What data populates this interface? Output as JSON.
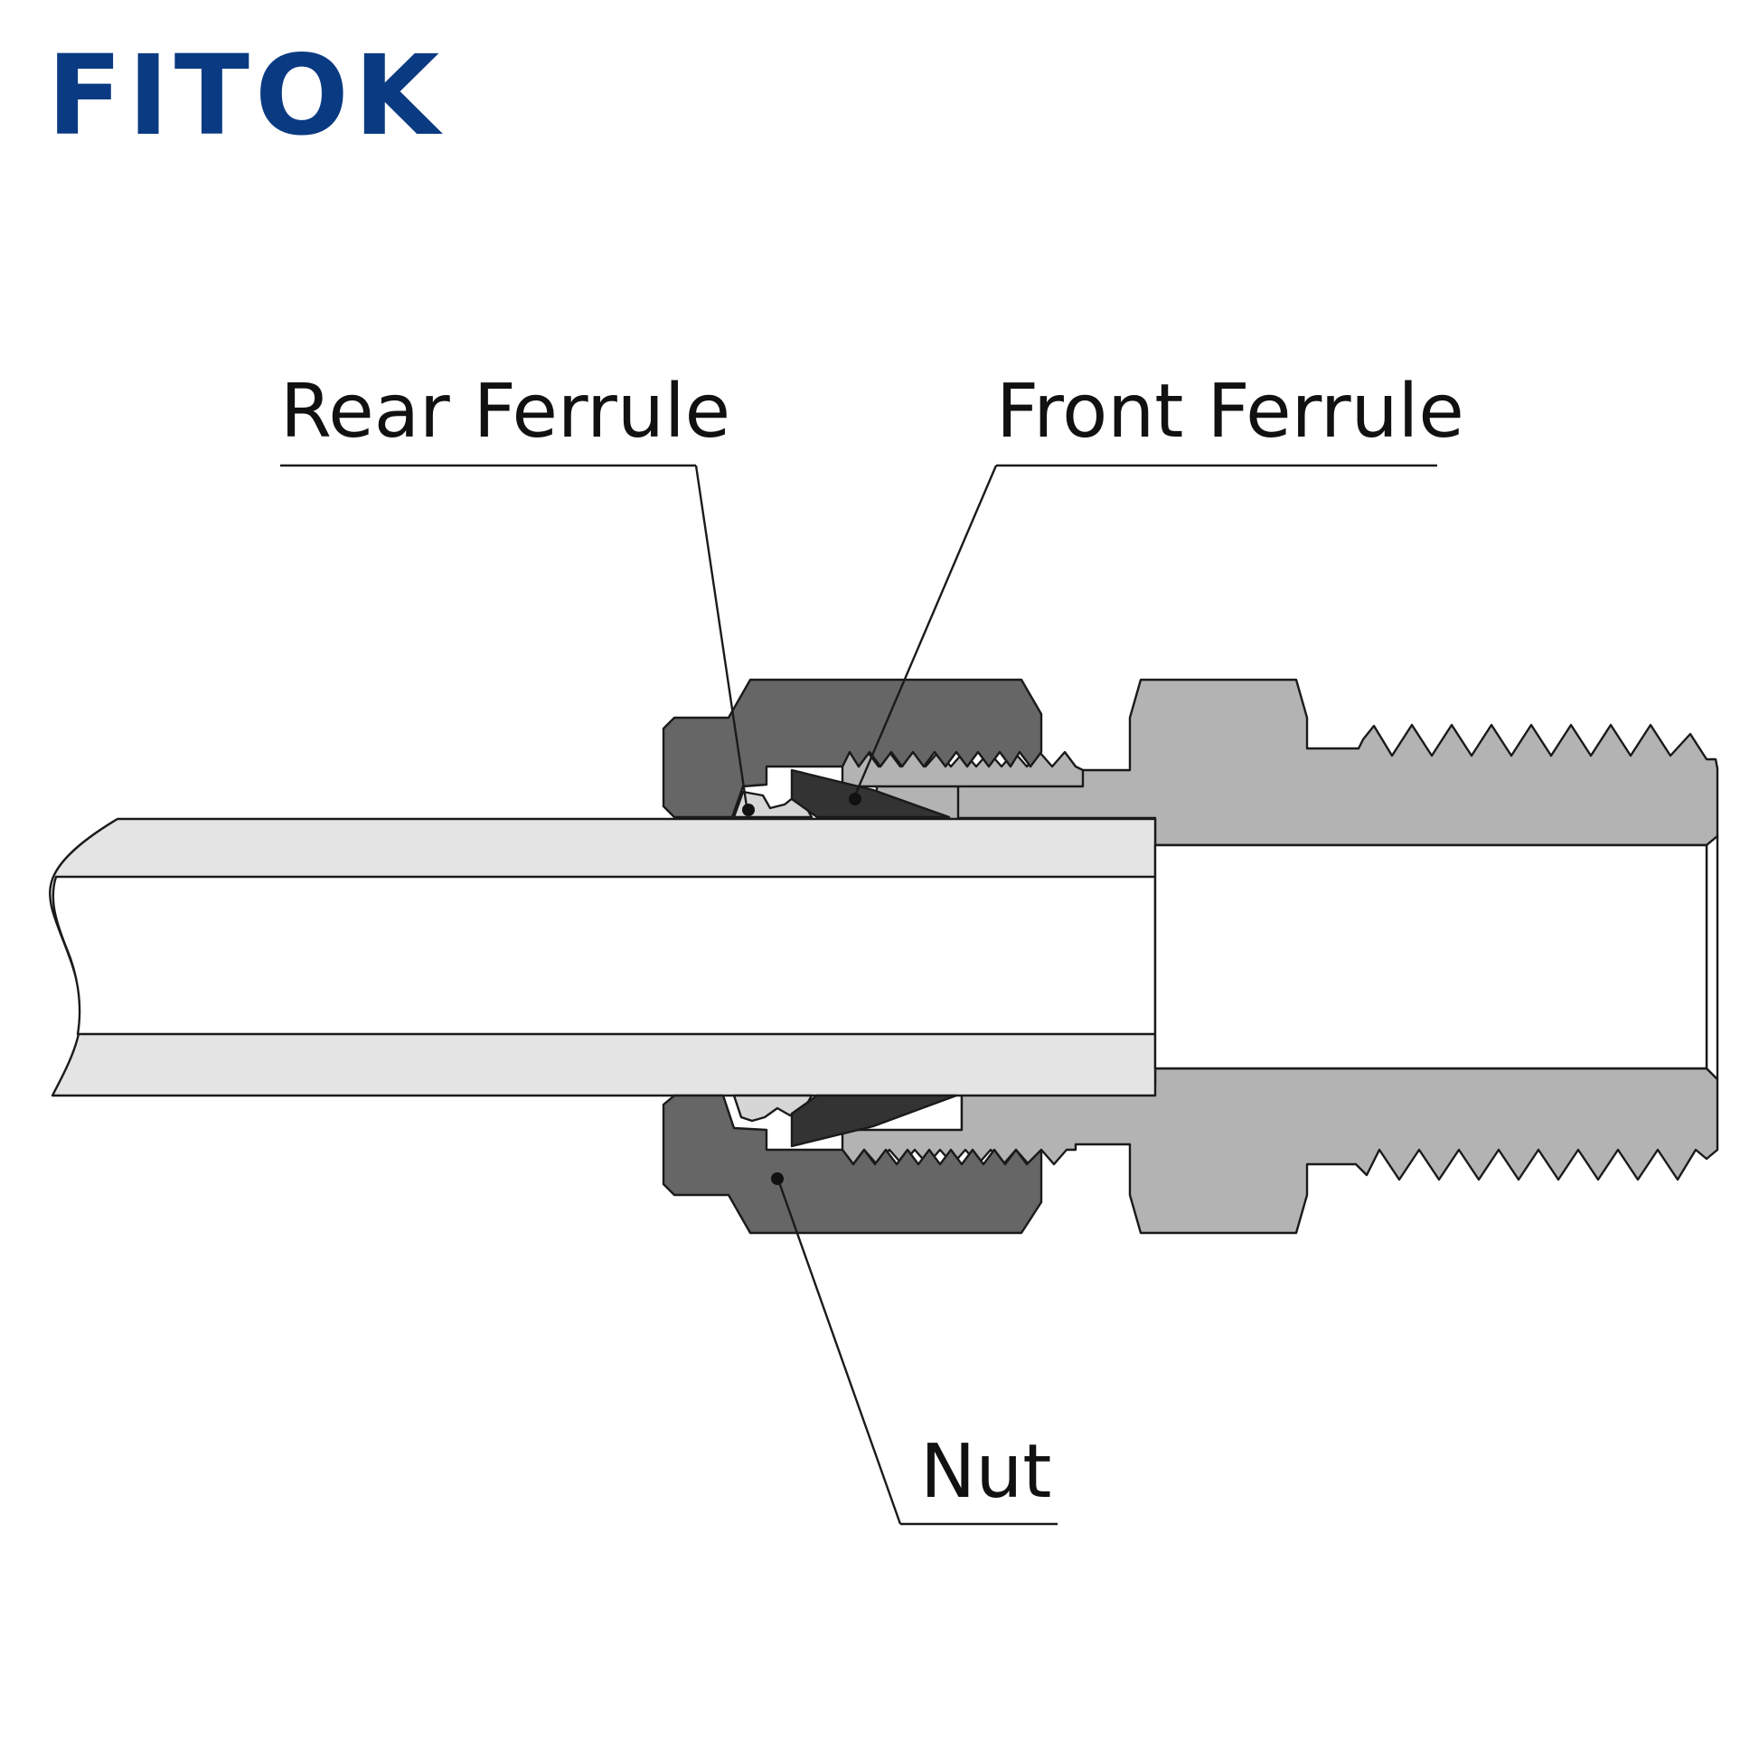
{
  "logo": {
    "text": "FITOK"
  },
  "labels": {
    "rear_ferrule": "Rear Ferrule",
    "front_ferrule": "Front Ferrule",
    "nut": "Nut"
  },
  "colors": {
    "brand": "#0a3a82",
    "nut": "#666666",
    "body": "#b3b3b3",
    "tube": "#e4e4e4",
    "front_ferrule": "#333333",
    "rear_ferrule": "#d6d6d6",
    "line": "#1a1a1a"
  }
}
